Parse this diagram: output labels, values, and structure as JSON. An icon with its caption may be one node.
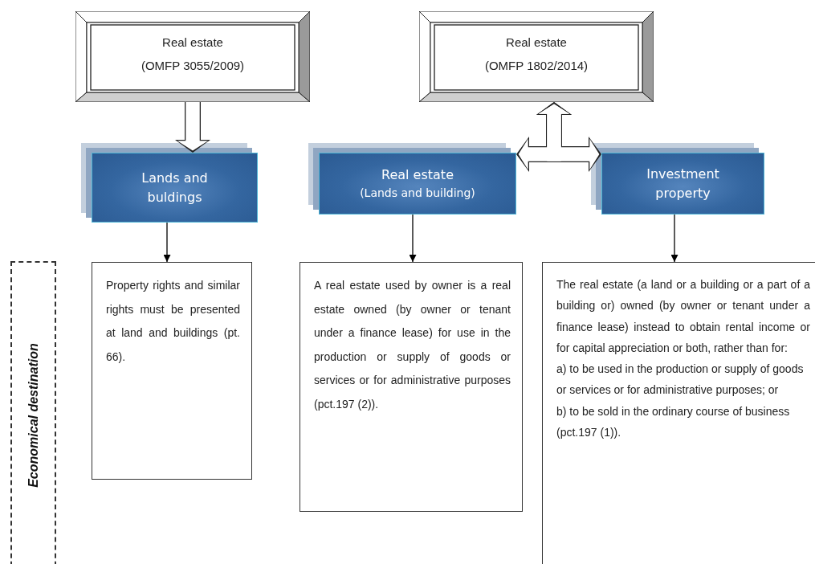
{
  "diagram": {
    "nodes": [
      {
        "text": [
          "Real estate",
          "(OMFP 3055/2009)"
        ]
      },
      {
        "text": [
          "Real estate",
          "(OMFP 1802/2014)"
        ]
      },
      {
        "text": [
          "Lands and buldings"
        ]
      },
      {
        "text": [
          "Real estate",
          "(Lands and building)"
        ]
      },
      {
        "text": [
          "Investment property"
        ]
      },
      {
        "text": [
          "Property rights and similar rights must be presented at land and buildings (pt. 66)."
        ]
      },
      {
        "text": [
          "A real estate used by owner is a real estate owned (by owner or tenant under a finance lease) for use in the production or supply of goods or services or for administrative purposes (pct.197 (2))."
        ]
      },
      {
        "text": [
          "The real estate (a land or a building or a part of a building or) owned (by owner or tenant under a finance lease) instead to obtain rental income or for capital appreciation or both, rather than for:",
          "a) to be used in the production or supply of goods or services or for administrative purposes; or",
          "b) to be sold in the ordinary course of business (pct.197 (1))."
        ]
      },
      {
        "text": [
          "Economical destination"
        ]
      }
    ],
    "edges": [
      {
        "from": 0,
        "to": 2,
        "arrow": "to",
        "style": "thick"
      },
      {
        "from": 1,
        "to": 3,
        "arrow": "both",
        "style": "thick"
      },
      {
        "from": 1,
        "to": 4,
        "arrow": "both",
        "style": "thick"
      },
      {
        "from": 2,
        "to": 5,
        "arrow": "to"
      },
      {
        "from": 3,
        "to": 6,
        "arrow": "to"
      },
      {
        "from": 4,
        "to": 7,
        "arrow": "to"
      }
    ]
  }
}
